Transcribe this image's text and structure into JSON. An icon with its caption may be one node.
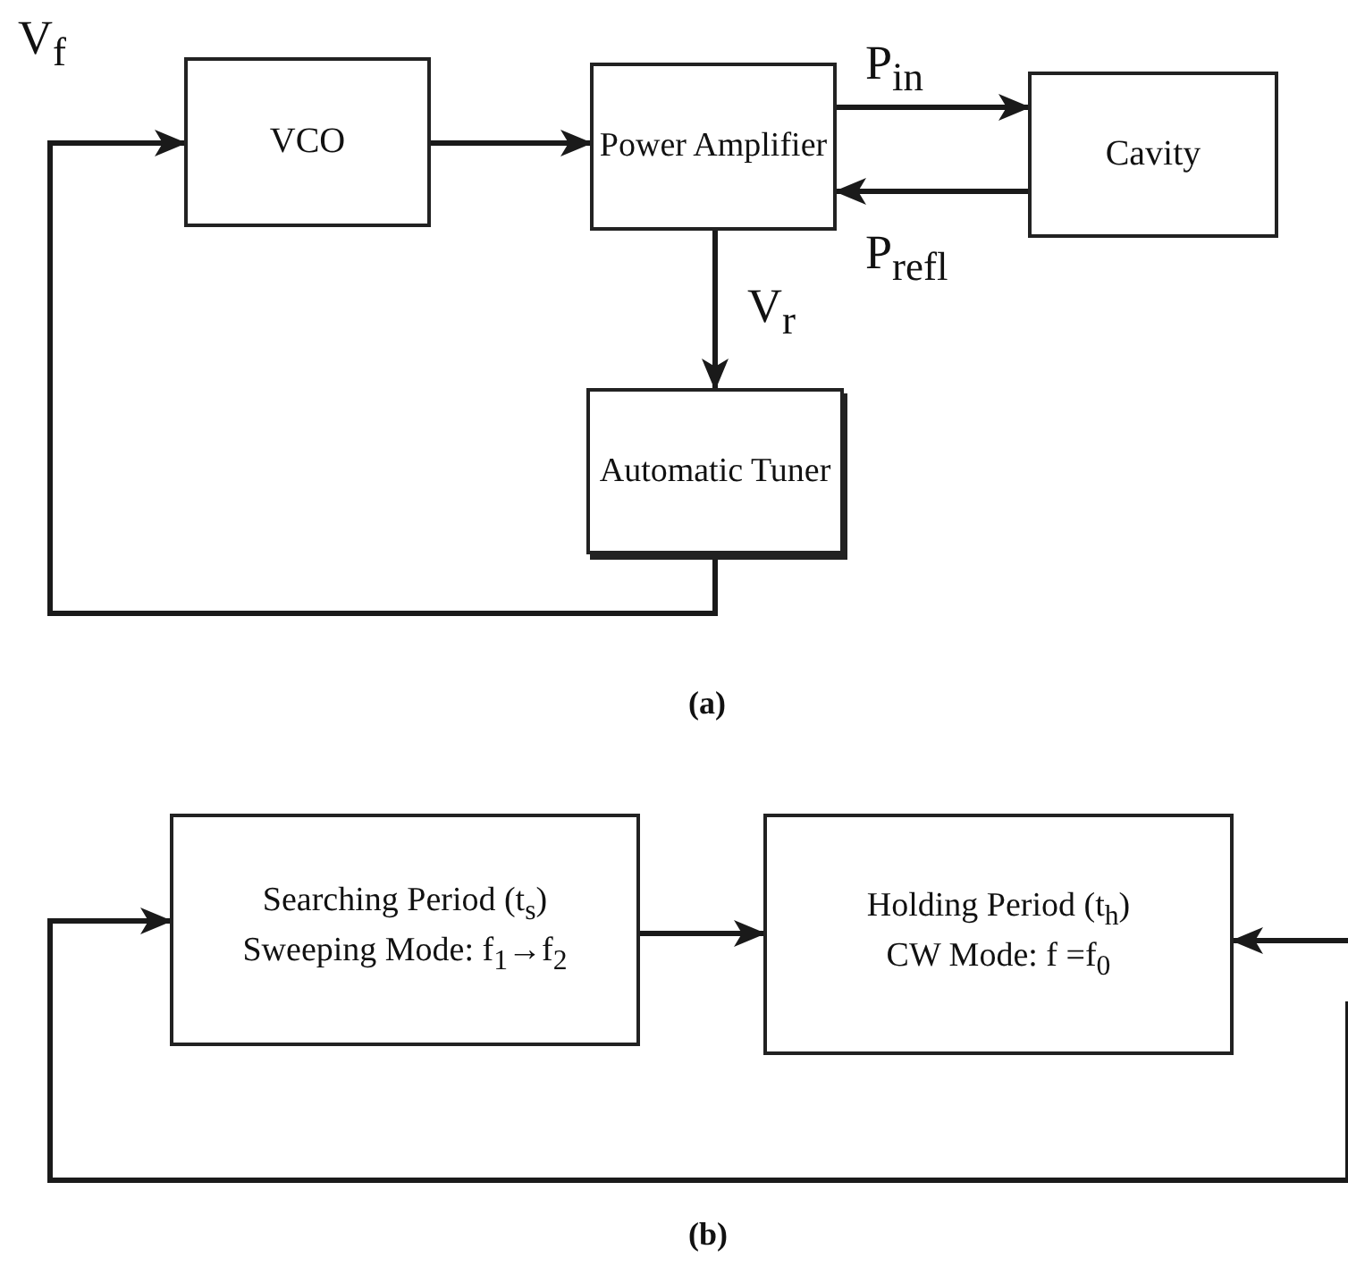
{
  "diagram": {
    "nodes": [
      {
        "text": [
          "VCO"
        ]
      },
      {
        "text": [
          "Power Amplifier"
        ]
      },
      {
        "text": [
          "Cavity"
        ]
      },
      {
        "text": [
          "Automatic Tuner"
        ]
      },
      {
        "text": [
          "Searching Period (t$_{s}$)",
          "Sweeping Mode: f$_{1}$→f$_{2}$"
        ]
      },
      {
        "text": [
          "Holding Period (t$_{h}$)",
          "CW Mode: f =f$_{0}$"
        ]
      }
    ],
    "edges": [
      {
        "from": 3,
        "to": 0,
        "arrow": "to",
        "label": "V$_{f}$"
      },
      {
        "from": 0,
        "to": 1,
        "arrow": "to"
      },
      {
        "from": 1,
        "to": 2,
        "arrow": "to",
        "label": "P$_{in}$"
      },
      {
        "from": 2,
        "to": 1,
        "arrow": "to",
        "label": "P$_{refl}$"
      },
      {
        "from": 1,
        "to": 3,
        "arrow": "to",
        "label": "V$_{r}$"
      },
      {
        "from": 4,
        "to": 5,
        "arrow": "to"
      },
      {
        "from": null,
        "to": 5,
        "arrow": "to"
      },
      {
        "from": null,
        "to": 4,
        "arrow": "to"
      }
    ],
    "labels": [
      "(a)",
      "(b)"
    ]
  }
}
